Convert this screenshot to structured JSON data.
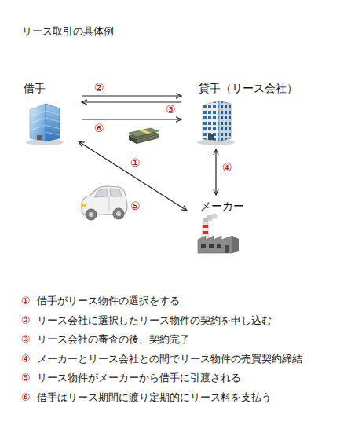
{
  "diagram": {
    "title": "リース取引の具体例",
    "nodes": [
      {
        "text": [
          "借手"
        ]
      },
      {
        "text": [
          "貸手（リース会社）"
        ]
      },
      {
        "text": [
          "メーカー"
        ]
      }
    ],
    "edges": [
      {
        "from": 0,
        "to": 2,
        "label": "①",
        "arrow": "both"
      },
      {
        "from": 0,
        "to": 1,
        "label": "②",
        "arrow": "to"
      },
      {
        "from": 1,
        "to": 0,
        "label": "③",
        "arrow": "to"
      },
      {
        "from": 1,
        "to": 2,
        "label": "④",
        "arrow": "both"
      },
      {
        "from": 0,
        "to": 1,
        "label": "⑥",
        "arrow": "to"
      }
    ],
    "labels": [
      "⑤",
      "①",
      "借手がリース物件の選択をする",
      "②",
      "リース会社に選択したリース物件の契約を申し込む",
      "③",
      "リース会社の審査の後、契約完了",
      "④",
      "メーカーとリース会社との間でリース物件の売買契約締結",
      "⑤",
      "リース物件がメーカーから借手に引渡される",
      "⑥",
      "借手はリース期間に渡り定期的にリース料を支払う"
    ]
  }
}
